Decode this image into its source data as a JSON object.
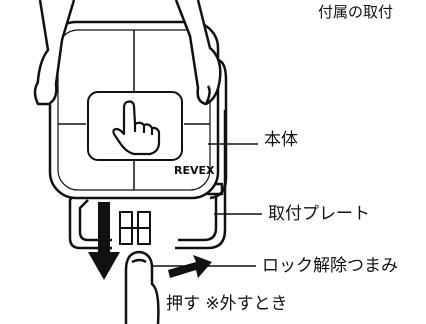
{
  "labels": {
    "top_partial": "付属の取付",
    "body": "本体",
    "plate": "取付プレート",
    "lock_knob": "ロック解除つまみ",
    "push_note": "押す ※外すとき"
  },
  "device": {
    "brand": "REVEX"
  },
  "icons": {
    "center": "pointing-hand-icon",
    "down_arrow": "down-arrow-icon",
    "slide_arrow": "diagonal-arrow-icon"
  },
  "colors": {
    "line": "#111111",
    "fill": "#ffffff",
    "arrow": "#111111"
  }
}
